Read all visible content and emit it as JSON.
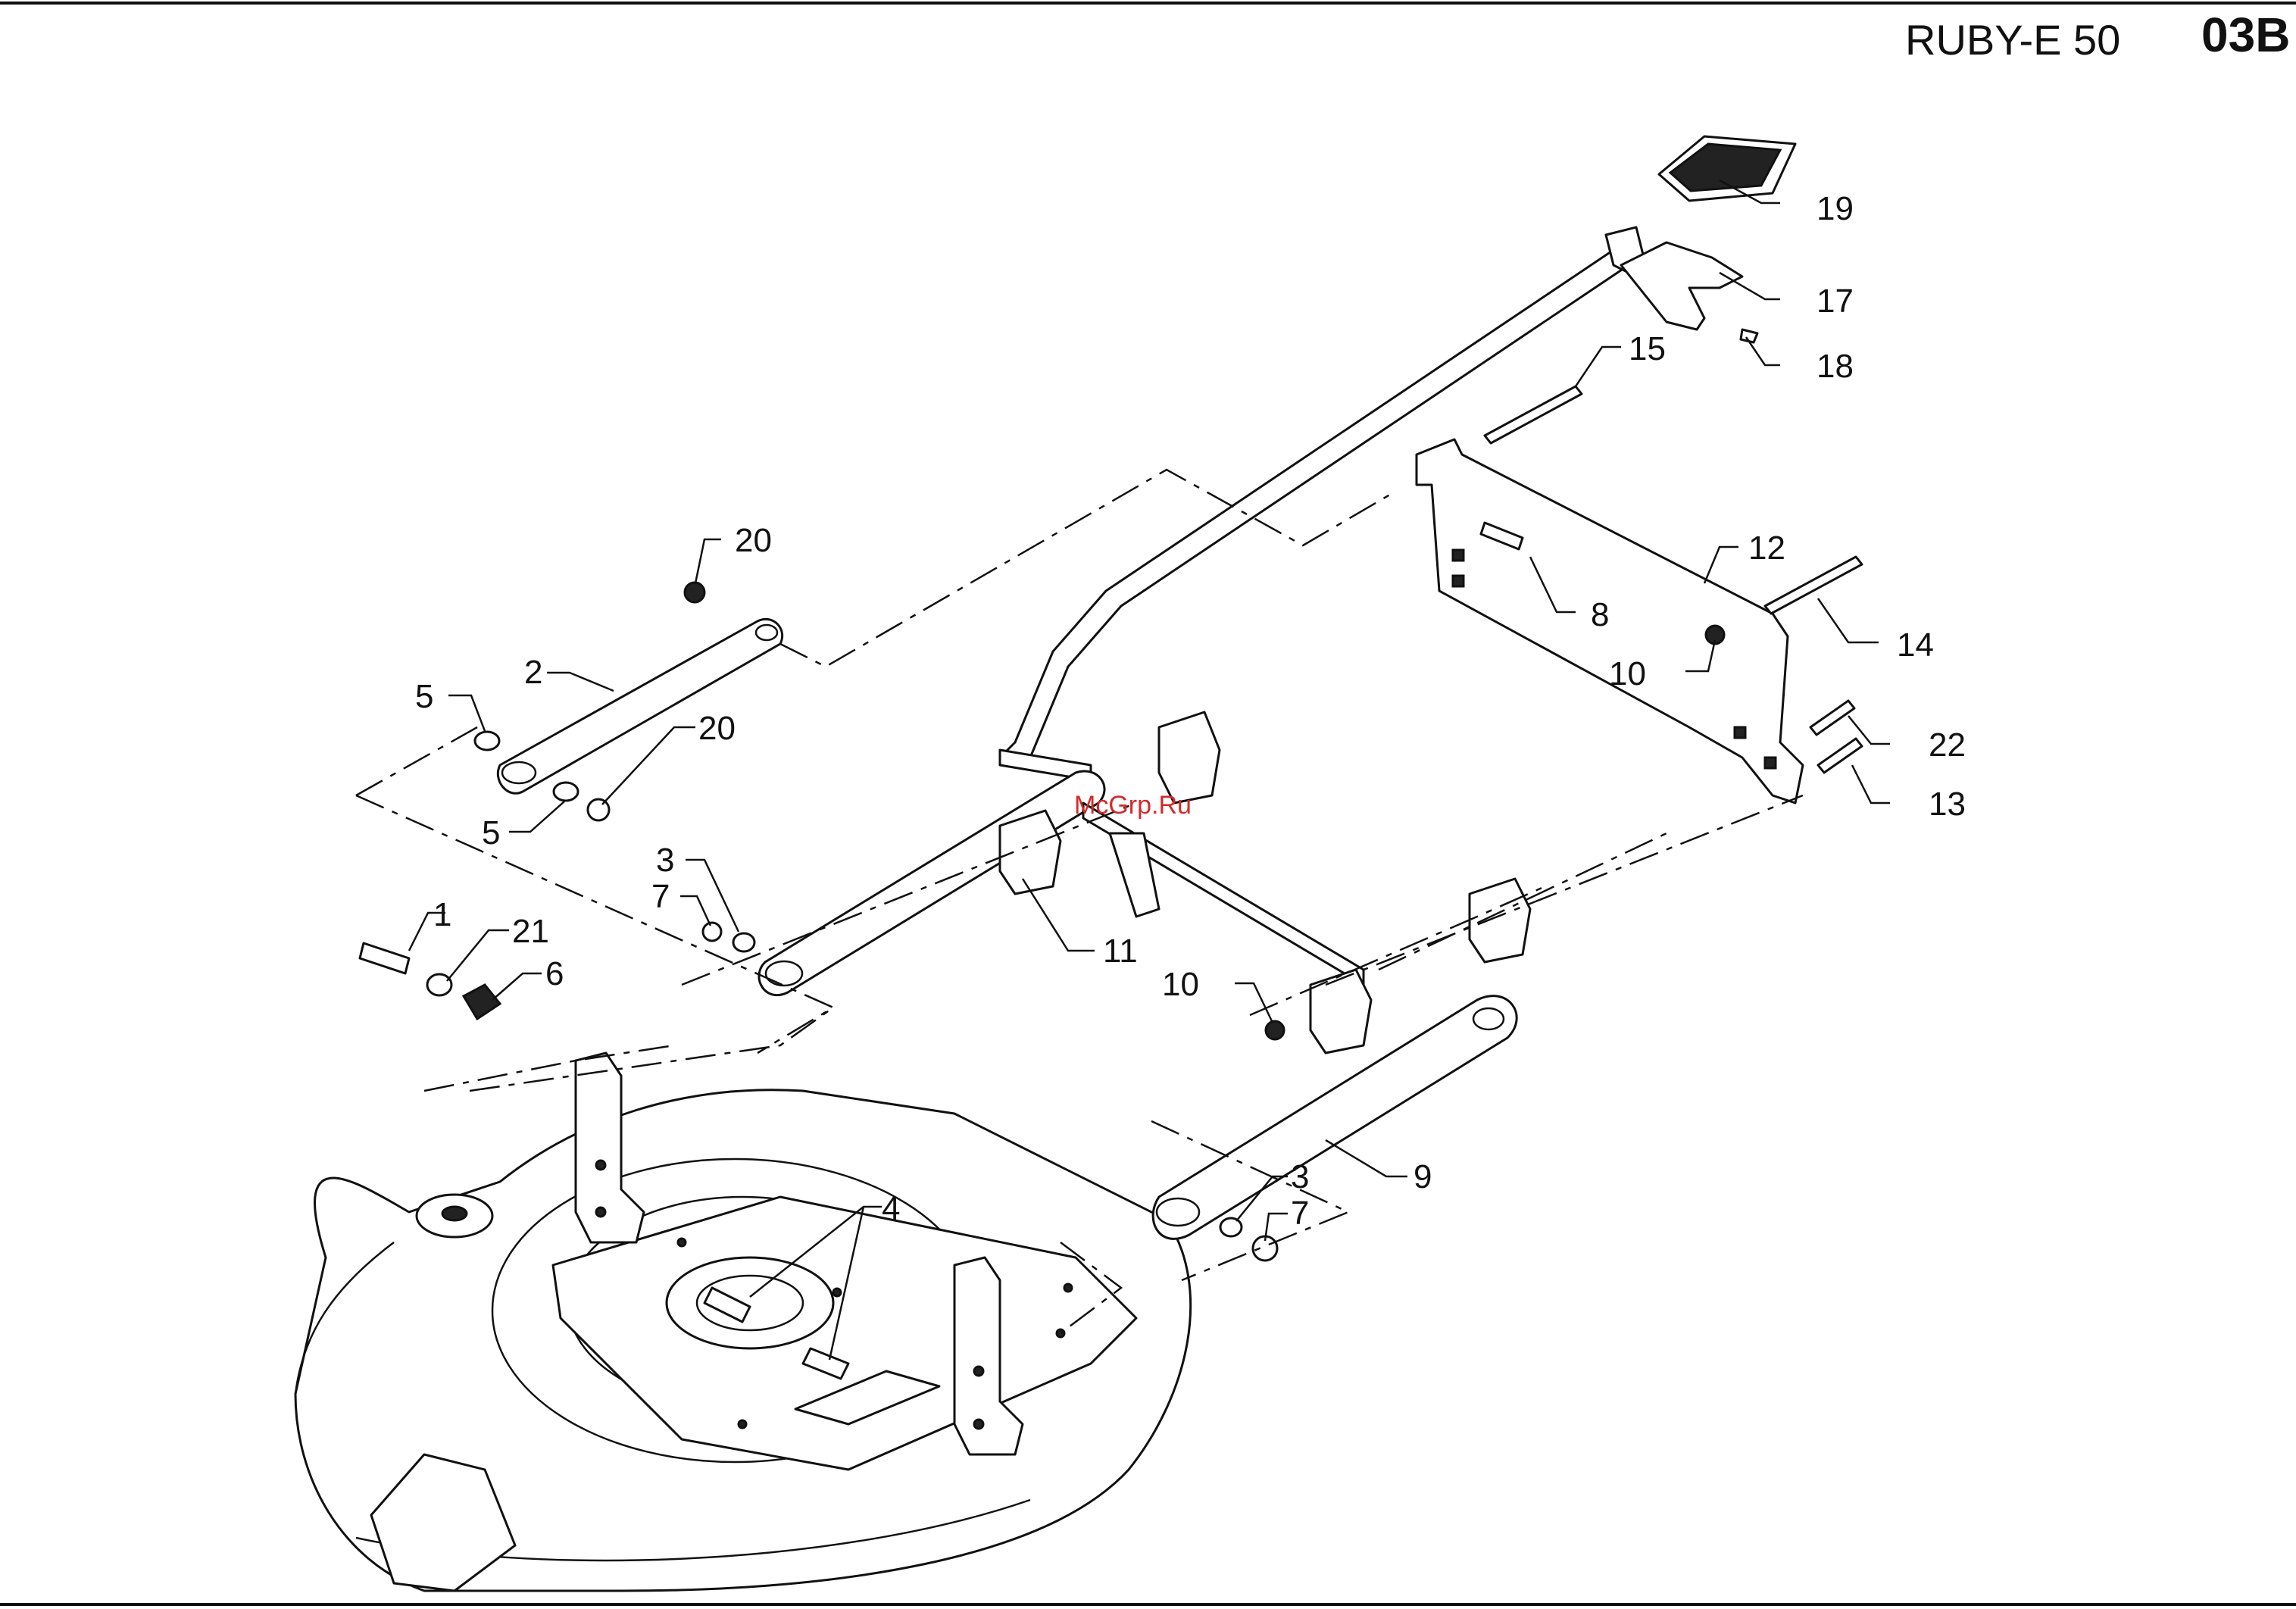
{
  "header": {
    "model": "RUBY-E 50",
    "page_code": "03B"
  },
  "watermark": "McGrp.Ru",
  "callouts": [
    {
      "id": "c19",
      "label": "19"
    },
    {
      "id": "c17",
      "label": "17"
    },
    {
      "id": "c18",
      "label": "18"
    },
    {
      "id": "c15",
      "label": "15"
    },
    {
      "id": "c12",
      "label": "12"
    },
    {
      "id": "c14",
      "label": "14"
    },
    {
      "id": "c8",
      "label": "8"
    },
    {
      "id": "c10a",
      "label": "10"
    },
    {
      "id": "c22",
      "label": "22"
    },
    {
      "id": "c13",
      "label": "13"
    },
    {
      "id": "c20a",
      "label": "20"
    },
    {
      "id": "c2",
      "label": "2"
    },
    {
      "id": "c5a",
      "label": "5"
    },
    {
      "id": "c20b",
      "label": "20"
    },
    {
      "id": "c5b",
      "label": "5"
    },
    {
      "id": "c3a",
      "label": "3"
    },
    {
      "id": "c7a",
      "label": "7"
    },
    {
      "id": "c11",
      "label": "11"
    },
    {
      "id": "c1",
      "label": "1"
    },
    {
      "id": "c21",
      "label": "21"
    },
    {
      "id": "c6",
      "label": "6"
    },
    {
      "id": "c10b",
      "label": "10"
    },
    {
      "id": "c4",
      "label": "4"
    },
    {
      "id": "c3b",
      "label": "3"
    },
    {
      "id": "c9",
      "label": "9"
    },
    {
      "id": "c7b",
      "label": "7"
    }
  ]
}
